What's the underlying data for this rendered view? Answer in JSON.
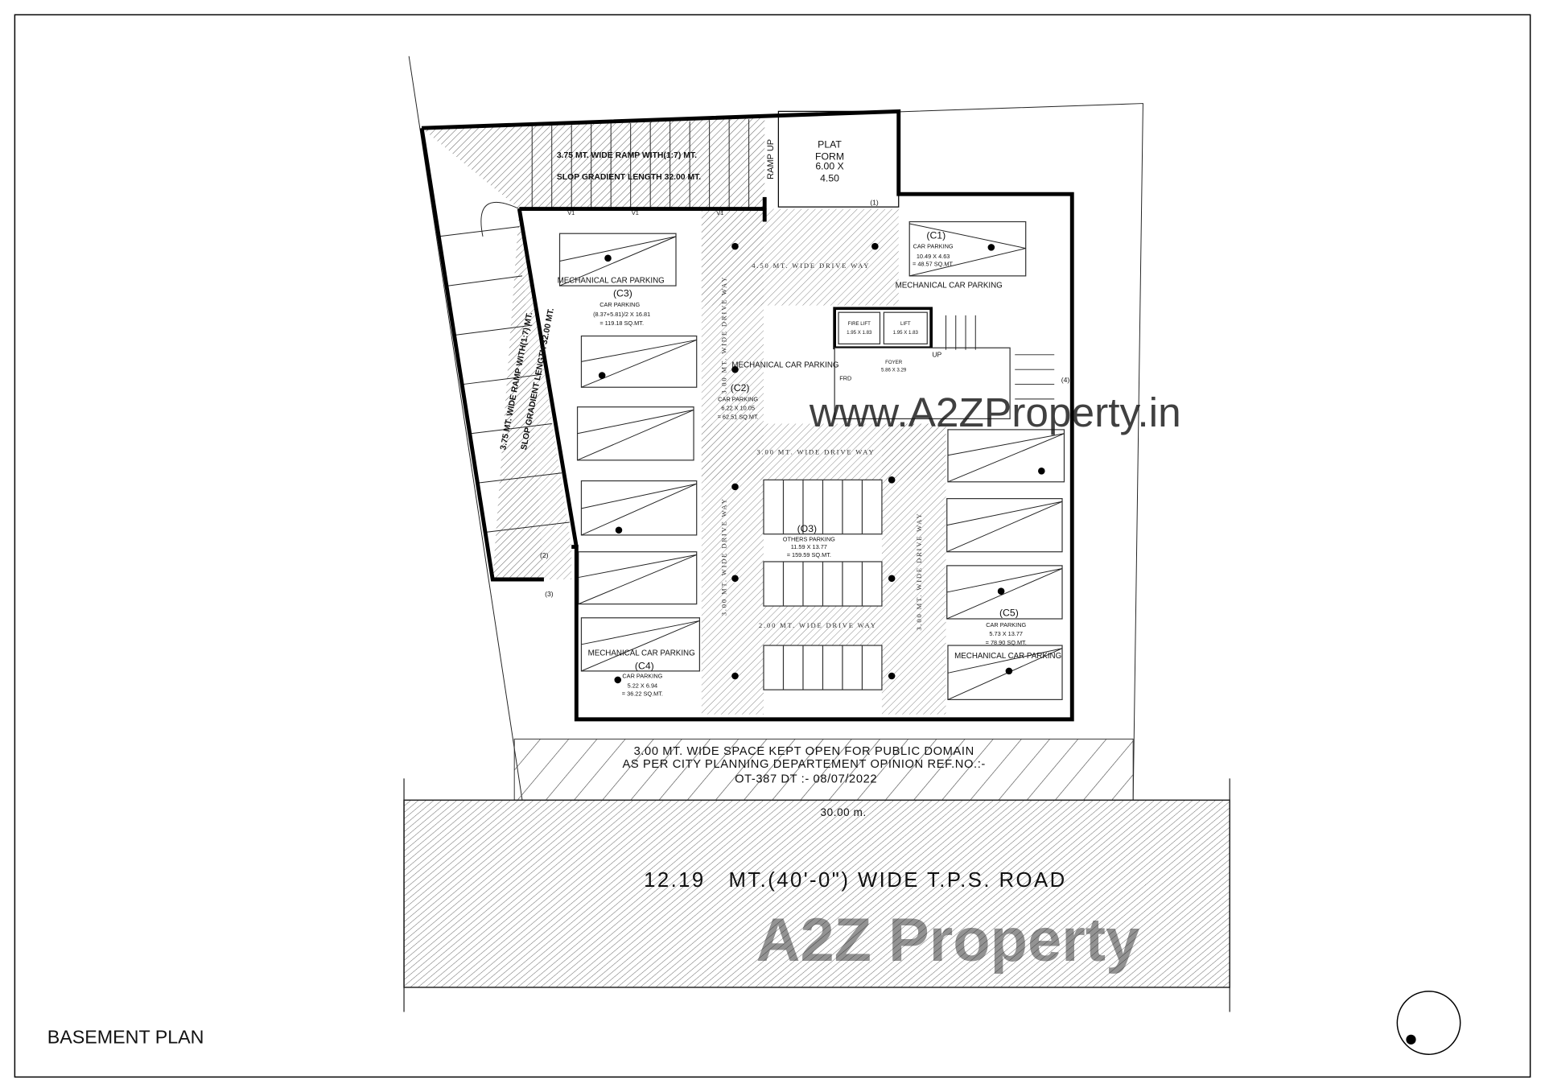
{
  "title": "BASEMENT PLAN",
  "ramp_top": {
    "line1": "3.75 MT. WIDE RAMP WITH(1:7) MT.",
    "line2": "SLOP GRADIENT LENGTH 32.00 MT."
  },
  "ramp_left": {
    "line1": "3.75 MT. WIDE RAMP WITH(1:7) MT.",
    "line2": "SLOP GRADIENT LENGTH 32.00 MT."
  },
  "ramp_up": "RAMP UP",
  "platform": {
    "line1": "PLAT",
    "line2": "FORM",
    "line3": "6.00 X",
    "line4": "4.50"
  },
  "markers": {
    "m1": "(1)",
    "m2": "(2)",
    "m3": "(3)",
    "m4": "(4)",
    "v1": "V1"
  },
  "driveways": {
    "top": "4.50 MT. WIDE DRIVE WAY",
    "left": "3.00 MT. WIDE DRIVE WAY",
    "middle": "3.00 MT. WIDE DRIVE WAY",
    "right": "3.00 MT. WIDE DRIVE WAY",
    "center": "2.00 MT. WIDE DRIVE WAY"
  },
  "parking": {
    "mechanical": "MECHANICAL CAR PARKING",
    "c1": {
      "id": "(C1)",
      "label": "CAR PARKING",
      "dims": "10.49 X 4.63",
      "area": "= 48.57 SQ.MT."
    },
    "c2": {
      "id": "(C2)",
      "label": "CAR PARKING",
      "dims": "6.22 X 10.05",
      "area": "= 62.51 SQ.MT."
    },
    "c3": {
      "id": "(C3)",
      "label": "CAR PARKING",
      "dims": "(8.37+5.81)/2 X 16.81",
      "area": "= 119.18 SQ.MT."
    },
    "c4": {
      "id": "(C4)",
      "label": "CAR PARKING",
      "dims": "5.22 X 6.94",
      "area": "= 36.22 SQ.MT."
    },
    "c5": {
      "id": "(C5)",
      "label": "CAR PARKING",
      "dims": "5.73 X 13.77",
      "area": "= 78.90 SQ.MT."
    },
    "o3": {
      "id": "(O3)",
      "label": "OTHERS PARKING",
      "dims": "11.59 X 13.77",
      "area": "= 159.59 SQ.MT."
    }
  },
  "core": {
    "fire_lift": "FIRE LIFT",
    "fire_lift_dims": "1.95 X 1.83",
    "lift": "LIFT",
    "lift_dims": "1.95 X 1.83",
    "up": "UP",
    "foyer": "FOYER",
    "foyer_dims": "5.86 X 3.29",
    "frd": "FRD"
  },
  "public_domain": {
    "line1": "3.00 MT. WIDE SPACE KEPT OPEN FOR PUBLIC DOMAIN",
    "line2": "AS PER CITY PLANNING DEPARTEMENT OPINION REF.NO.:-",
    "line3": "OT-387 DT :- 08/07/2022"
  },
  "frontage": "30.00 m.",
  "road": "12.19   MT.(40'-0\") WIDE T.P.S. ROAD",
  "watermarks": {
    "url": "www.A2ZProperty.in",
    "logo": "A2Z Property"
  },
  "colors": {
    "line": "#000000",
    "hatch": "#555555",
    "watermark_gray": "#cfcfcf"
  }
}
